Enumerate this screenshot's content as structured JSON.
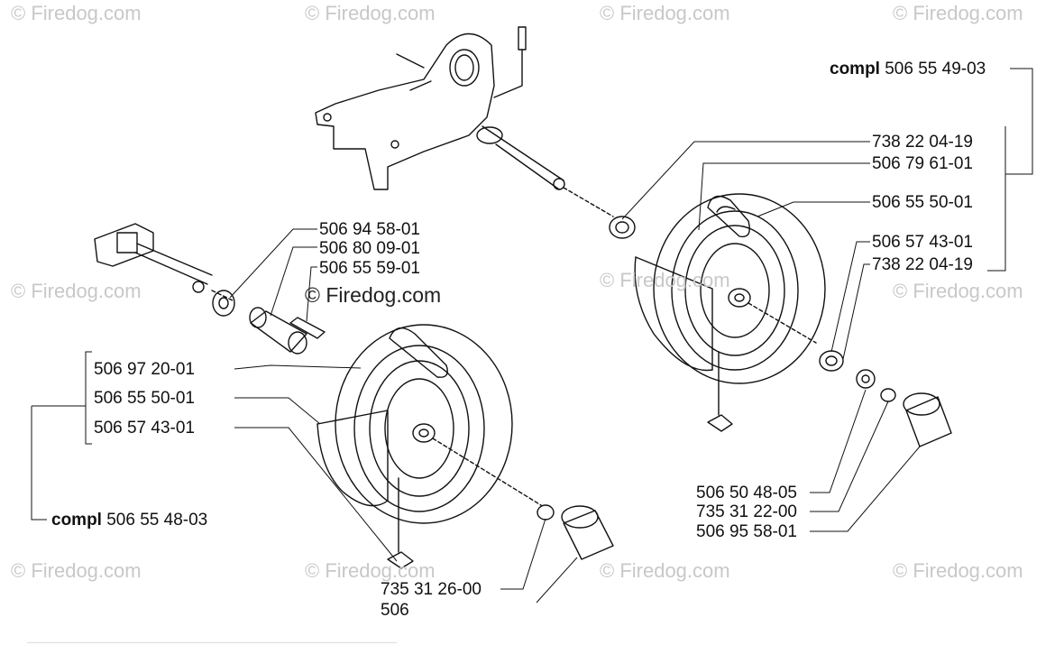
{
  "watermarks": {
    "text": "© Firedog.com",
    "dark": "© Firedog.com"
  },
  "parts": {
    "p1": "506 94 58-01",
    "p2": "506 80 09-01",
    "p3": "506 55 59-01",
    "p4": "506 97 20-01",
    "p5": "506 55 50-01",
    "p6": "506 57 43-01",
    "p7_bold": "compl",
    "p7": "506 55 48-03",
    "p8": "735 31 26-00",
    "p9": "506",
    "p10_bold": "compl",
    "p10": "506 55 49-03",
    "p11": "738 22 04-19",
    "p12": "506 79 61-01",
    "p13": "506 55 50-01",
    "p14": "506 57 43-01",
    "p15": "738 22 04-19",
    "p16": "506 50 48-05",
    "p17": "735 31 22-00",
    "p18": "506 95 58-01"
  }
}
